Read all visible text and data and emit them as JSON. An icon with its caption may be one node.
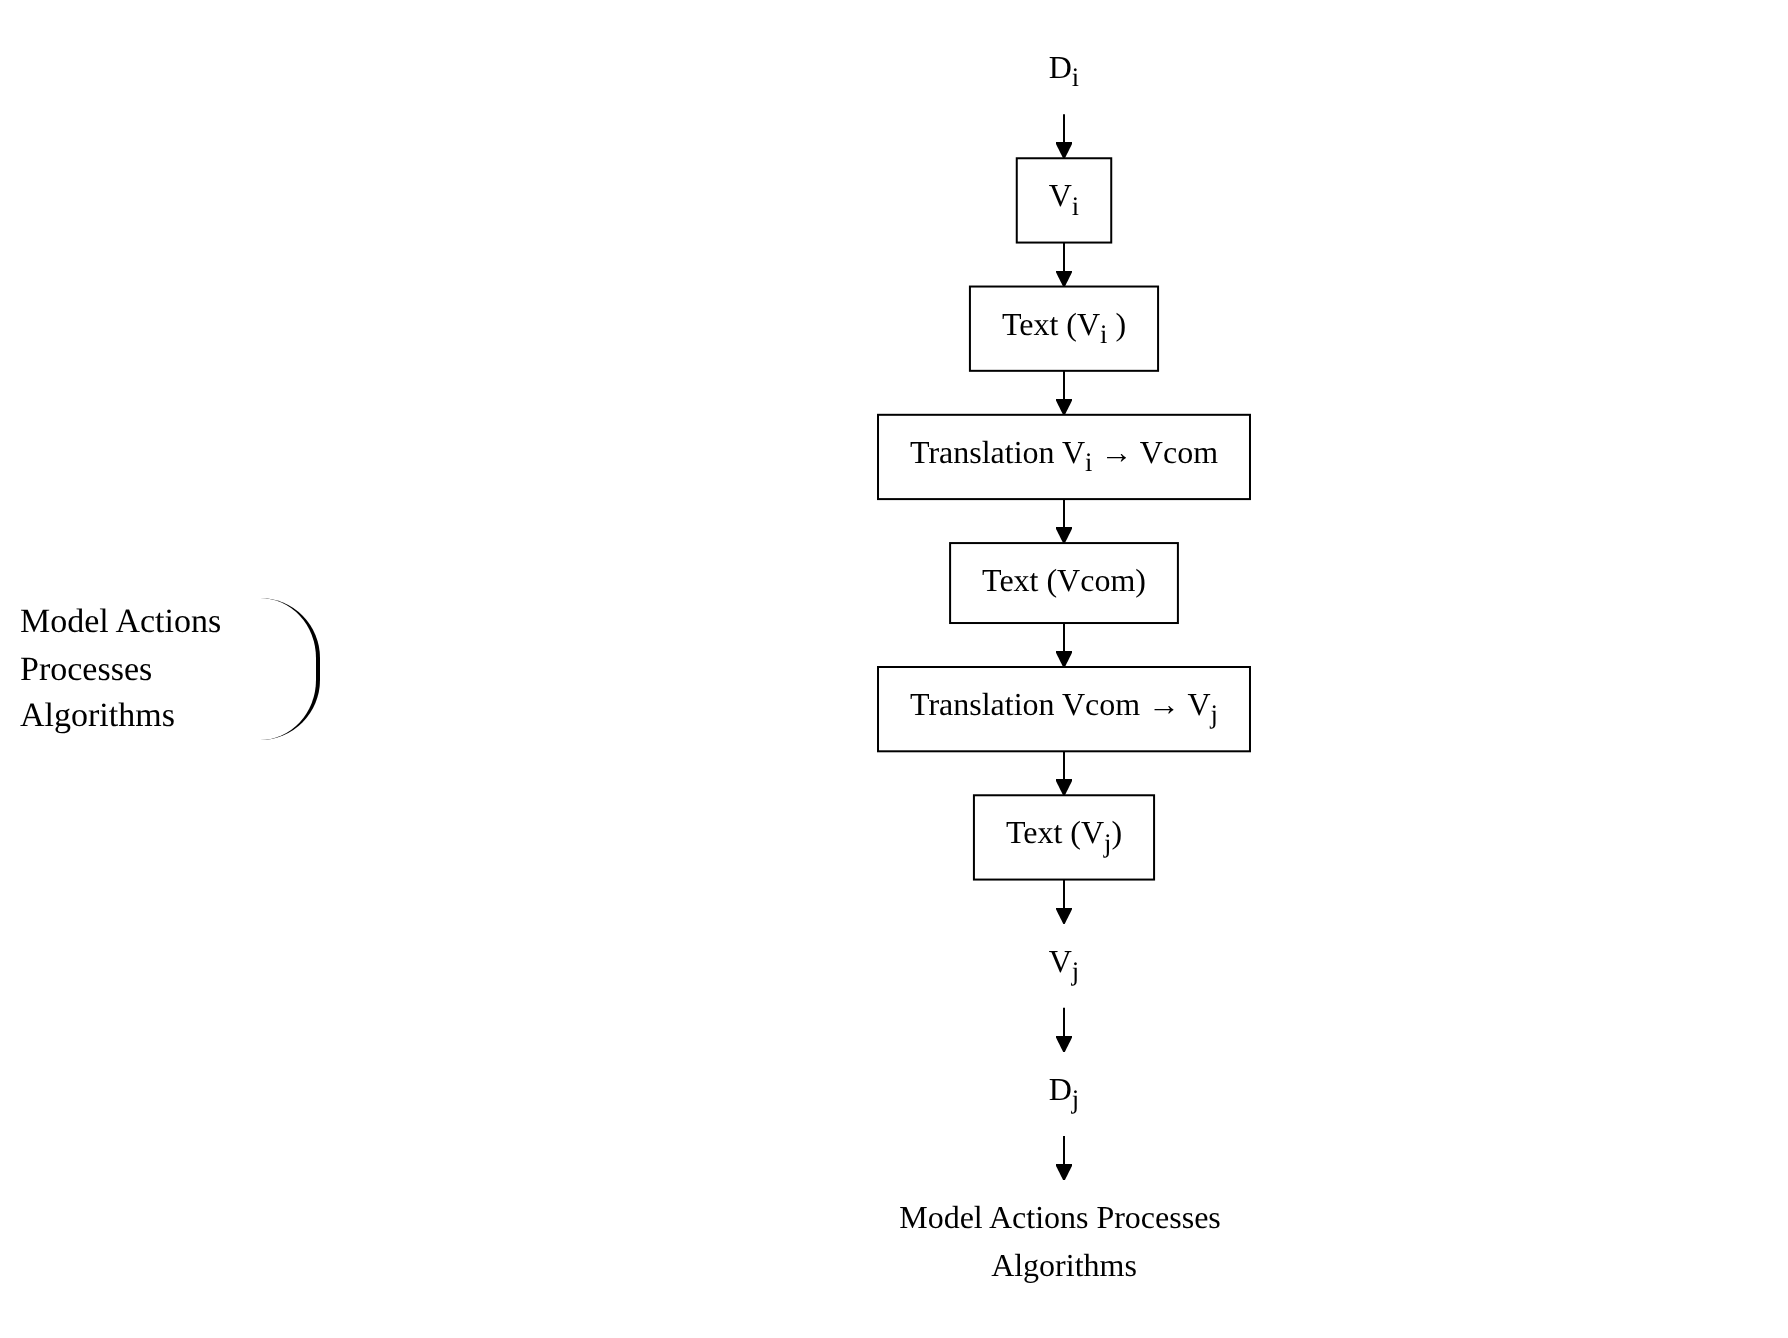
{
  "diagram": {
    "nodes": [
      {
        "text": [
          "D$_{i}$"
        ]
      },
      {
        "text": [
          "V$_{i}$"
        ]
      },
      {
        "text": [
          "Text (V$_{i}$ )"
        ]
      },
      {
        "text": [
          "Translation V$_{i}$ → Vcom"
        ]
      },
      {
        "text": [
          "Text (Vcom)"
        ]
      },
      {
        "text": [
          "Translation Vcom → V$_{j}$"
        ]
      },
      {
        "text": [
          "Text (V$_{j}$)"
        ]
      },
      {
        "text": [
          "V$_{j}$"
        ]
      },
      {
        "text": [
          "D$_{j}$"
        ]
      },
      {
        "text": [
          "Model Actions Processes Algorithms"
        ]
      }
    ],
    "edges": [
      {
        "from": 0,
        "to": 1,
        "arrow": "to"
      },
      {
        "from": 1,
        "to": 2,
        "arrow": "to"
      },
      {
        "from": 2,
        "to": 3,
        "arrow": "to"
      },
      {
        "from": 3,
        "to": 4,
        "arrow": "to"
      },
      {
        "from": 4,
        "to": 5,
        "arrow": "to"
      },
      {
        "from": 5,
        "to": 6,
        "arrow": "to"
      },
      {
        "from": 6,
        "to": 7,
        "arrow": "to"
      },
      {
        "from": 7,
        "to": 8,
        "arrow": "to"
      },
      {
        "from": 8,
        "to": 9,
        "arrow": "to"
      }
    ],
    "labels": [
      "Model Actions Processes Algorithms"
    ]
  }
}
